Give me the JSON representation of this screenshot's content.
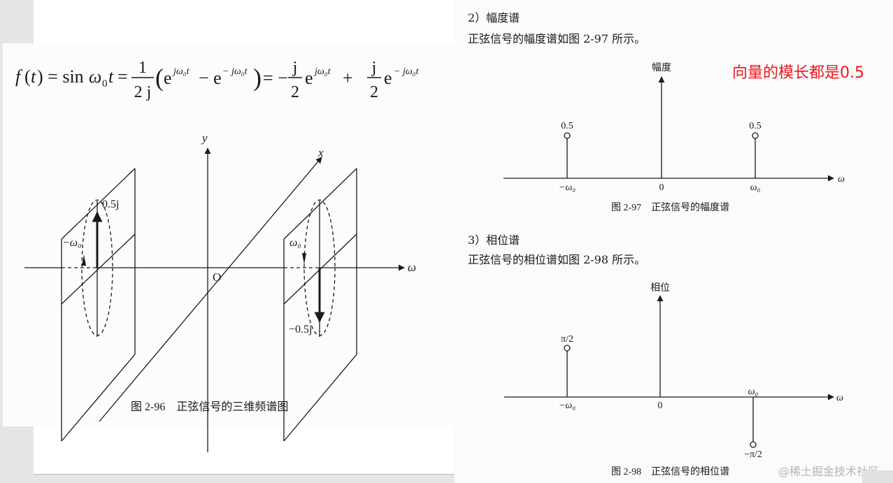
{
  "left_figure": {
    "formula": "f(t) = sin ω₀t = 1/(2j) (e^{jω₀t} − e^{−jω₀t}) = −(j/2) e^{jω₀t} + (j/2) e^{−jω₀t}",
    "formula_parts": {
      "lhs": "f(t) = sin ω",
      "sub0": "0",
      "t_eq": "t =",
      "frac1_num": "1",
      "frac1_den": "2 j",
      "exp_pos": "jω₀t",
      "exp_neg": "− jω₀t",
      "frac2_num": "j",
      "frac2_den": "2"
    },
    "axis_labels": {
      "y": "y",
      "x": "x",
      "omega": "ω",
      "origin": "O"
    },
    "labels": {
      "pos_phasor": "0.5j",
      "neg_phasor": "−0.5j",
      "neg_freq": "−ω₀",
      "pos_freq": "ω₀"
    },
    "caption": "图 2-96　正弦信号的三维频谱图"
  },
  "right_doc": {
    "section2_heading": "2）幅度谱",
    "section2_text": "正弦信号的幅度谱如图 2-97 所示。",
    "section3_heading": "3）相位谱",
    "section3_text": "正弦信号的相位谱如图 2-98 所示。",
    "annotation": "向量的模长都是0.5",
    "annotation_color": "#e8181c",
    "watermark": "@稀土掘金技术社区"
  },
  "chart_data": [
    {
      "type": "bar",
      "title": "图 2-97　正弦信号的幅度谱",
      "ylabel": "幅度",
      "xlabel": "ω",
      "categories": [
        "−ω₀",
        "0",
        "ω₀"
      ],
      "values": [
        0.5,
        0,
        0.5
      ],
      "point_labels": [
        "0.5",
        "",
        "0.5"
      ],
      "ylim": [
        0,
        0.7
      ]
    },
    {
      "type": "bar",
      "title": "图 2-98　正弦信号的相位谱",
      "ylabel": "相位",
      "xlabel": "ω",
      "categories": [
        "−ω₀",
        "0",
        "ω₀"
      ],
      "values": [
        1.5708,
        0,
        -1.5708
      ],
      "point_labels": [
        "π/2",
        "",
        "−π/2"
      ],
      "ylim": [
        -2,
        2
      ]
    },
    {
      "type": "diagram",
      "title": "图 2-96　正弦信号的三维频谱图",
      "axes": [
        "ω",
        "x",
        "y"
      ],
      "phasors": [
        {
          "frequency": "−ω₀",
          "value": "0.5j",
          "direction": "up",
          "rotation": "counter-clockwise"
        },
        {
          "frequency": "ω₀",
          "value": "−0.5j",
          "direction": "down",
          "rotation": "clockwise"
        }
      ]
    }
  ]
}
